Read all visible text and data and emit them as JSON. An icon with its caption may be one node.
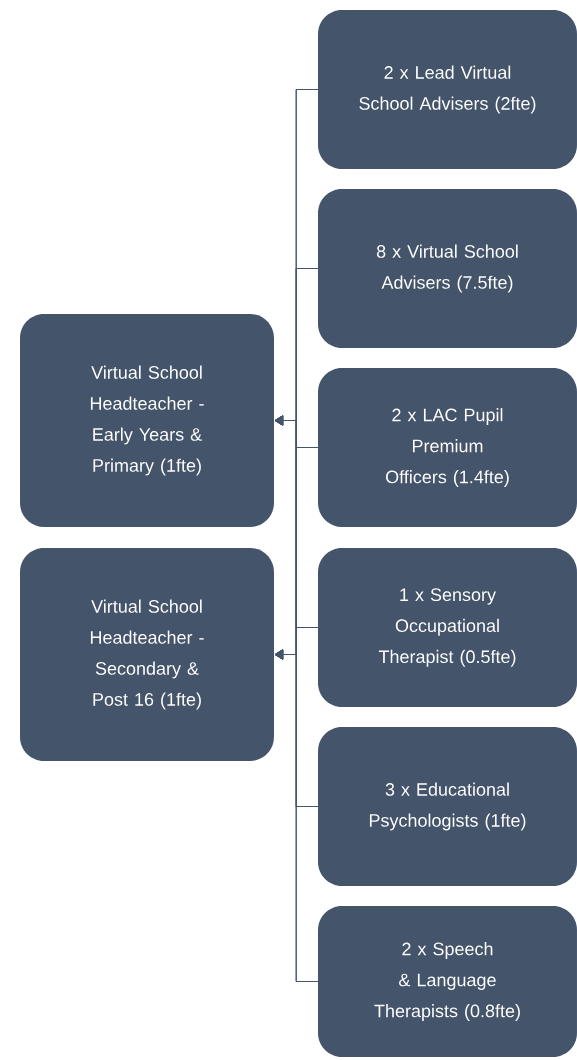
{
  "diagram": {
    "nodes": [
      {
        "text": [
          "Virtual School Headteacher - Early Years & Primary (1fte)"
        ]
      },
      {
        "text": [
          "Virtual School Headteacher - Secondary & Post 16 (1fte)"
        ]
      },
      {
        "text": [
          "2 x Lead Virtual School Advisers (2fte)"
        ]
      },
      {
        "text": [
          "8 x Virtual School Advisers (7.5fte)"
        ]
      },
      {
        "text": [
          "2 x LAC Pupil Premium Officers (1.4fte)"
        ]
      },
      {
        "text": [
          "1 x Sensory Occupational Therapist (0.5fte)"
        ]
      },
      {
        "text": [
          "3 x Educational Psychologists (1fte)"
        ]
      },
      {
        "text": [
          "2 x Speech & Language Therapists (0.8fte)"
        ]
      }
    ],
    "edges": [
      {
        "from": 2,
        "to": 0,
        "arrow": "to"
      },
      {
        "from": 3,
        "to": 0,
        "arrow": "to"
      },
      {
        "from": 4,
        "to": 0,
        "arrow": "to"
      },
      {
        "from": 5,
        "to": 0,
        "arrow": "to"
      },
      {
        "from": 6,
        "to": 0,
        "arrow": "to"
      },
      {
        "from": 7,
        "to": 0,
        "arrow": "to"
      },
      {
        "from": 2,
        "to": 1,
        "arrow": "to"
      },
      {
        "from": 3,
        "to": 1,
        "arrow": "to"
      },
      {
        "from": 4,
        "to": 1,
        "arrow": "to"
      },
      {
        "from": 5,
        "to": 1,
        "arrow": "to"
      },
      {
        "from": 6,
        "to": 1,
        "arrow": "to"
      },
      {
        "from": 7,
        "to": 1,
        "arrow": "to"
      }
    ]
  }
}
